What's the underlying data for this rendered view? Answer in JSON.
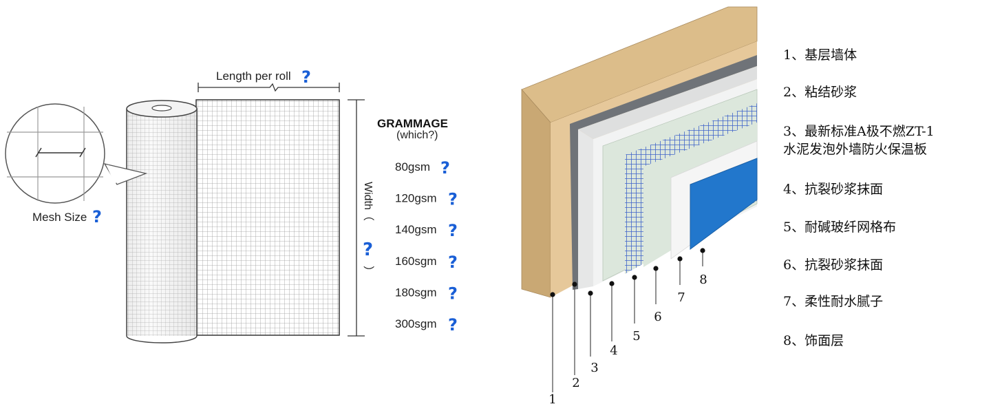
{
  "roll_diagram": {
    "length_label": "Length per roll",
    "mesh_size_label": "Mesh Size",
    "width_label": "Width（",
    "width_close": "）",
    "question_mark": "?",
    "grammage_title": "GRAMMAGE",
    "grammage_subtitle": "(which?)",
    "grammage_options": [
      "80gsm",
      "120gsm",
      "140gsm",
      "160sgm",
      "180sgm",
      "300sgm"
    ]
  },
  "wall_diagram": {
    "layer_numbers": [
      "1",
      "2",
      "3",
      "4",
      "5",
      "6",
      "7",
      "8"
    ],
    "legend": [
      "1、基层墙体",
      "2、粘结砂浆",
      "3、最新标准A极不燃ZT-1",
      "水泥发泡外墙防火保温板",
      "4、抗裂砂浆抹面",
      "5、耐碱玻纤网格布",
      "6、抗裂砂浆抹面",
      "7、柔性耐水腻子",
      "8、饰面层"
    ],
    "colors": {
      "base_wall": "#e6c89a",
      "base_wall_side": "#d6b582",
      "adhesive_mortar": "#7b7f84",
      "insulation_board": "#f1f2f2",
      "crack_mortar": "#dce7dc",
      "fiberglass_mesh": "#3f63c9",
      "putty": "#f4f4f4",
      "finish_layer": "#2277cc",
      "accent_question": "#1a5fd6"
    }
  }
}
